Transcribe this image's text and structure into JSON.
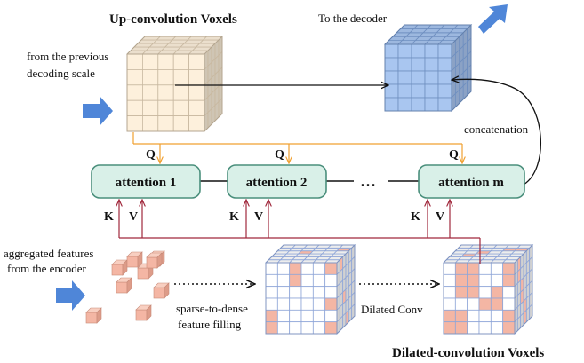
{
  "titles": {
    "up_voxels": "Up-convolution Voxels",
    "to_decoder": "To the decoder",
    "dilated_voxels": "Dilated-convolution Voxels"
  },
  "labels": {
    "from_previous_1": "from the previous",
    "from_previous_2": "decoding scale",
    "concatenation": "concatenation",
    "aggregated_1": "aggregated features",
    "aggregated_2": "from the encoder",
    "sparse_1": "sparse-to-dense",
    "sparse_2": "feature filling",
    "dilated_conv": "Dilated Conv",
    "ellipsis": "…"
  },
  "attention": {
    "box1": "attention 1",
    "box2": "attention 2",
    "boxm": "attention m",
    "q": "Q",
    "k": "K",
    "v": "V"
  },
  "colors": {
    "beige_face": "#fdf0dc",
    "blue_face": "#a9c6f0",
    "pink_cell": "#f4b6a4",
    "attention_fill": "#d9f0e8",
    "attention_stroke": "#4a8f7c",
    "q_line": "#f0a030",
    "kv_line": "#a0283c",
    "arrow_blue": "#4f86d8"
  }
}
